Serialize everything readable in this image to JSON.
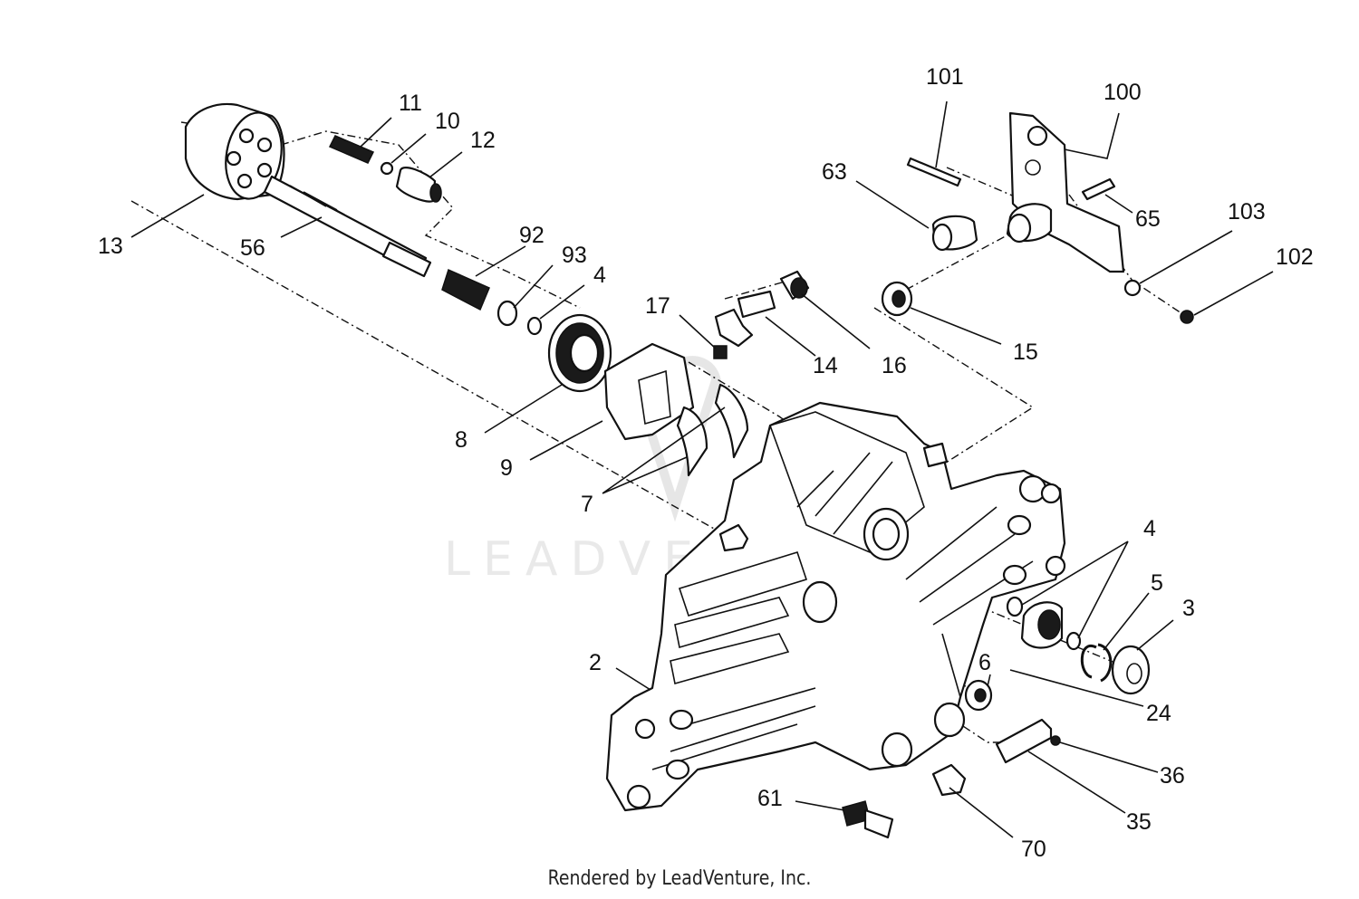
{
  "watermark": "LEADVENTURE",
  "credit": "Rendered by LeadVenture, Inc.",
  "callouts": [
    {
      "id": "c11",
      "label": "11"
    },
    {
      "id": "c10",
      "label": "10"
    },
    {
      "id": "c12",
      "label": "12"
    },
    {
      "id": "c13",
      "label": "13"
    },
    {
      "id": "c56",
      "label": "56"
    },
    {
      "id": "c92",
      "label": "92"
    },
    {
      "id": "c93",
      "label": "93"
    },
    {
      "id": "c4a",
      "label": "4"
    },
    {
      "id": "c17",
      "label": "17"
    },
    {
      "id": "c14",
      "label": "14"
    },
    {
      "id": "c16",
      "label": "16"
    },
    {
      "id": "c8",
      "label": "8"
    },
    {
      "id": "c9",
      "label": "9"
    },
    {
      "id": "c7",
      "label": "7"
    },
    {
      "id": "c101",
      "label": "101"
    },
    {
      "id": "c100",
      "label": "100"
    },
    {
      "id": "c63",
      "label": "63"
    },
    {
      "id": "c65",
      "label": "65"
    },
    {
      "id": "c103",
      "label": "103"
    },
    {
      "id": "c102",
      "label": "102"
    },
    {
      "id": "c15",
      "label": "15"
    },
    {
      "id": "c4b",
      "label": "4"
    },
    {
      "id": "c5",
      "label": "5"
    },
    {
      "id": "c3",
      "label": "3"
    },
    {
      "id": "c6",
      "label": "6"
    },
    {
      "id": "c24",
      "label": "24"
    },
    {
      "id": "c2",
      "label": "2"
    },
    {
      "id": "c36",
      "label": "36"
    },
    {
      "id": "c35",
      "label": "35"
    },
    {
      "id": "c61",
      "label": "61"
    },
    {
      "id": "c70",
      "label": "70"
    }
  ]
}
